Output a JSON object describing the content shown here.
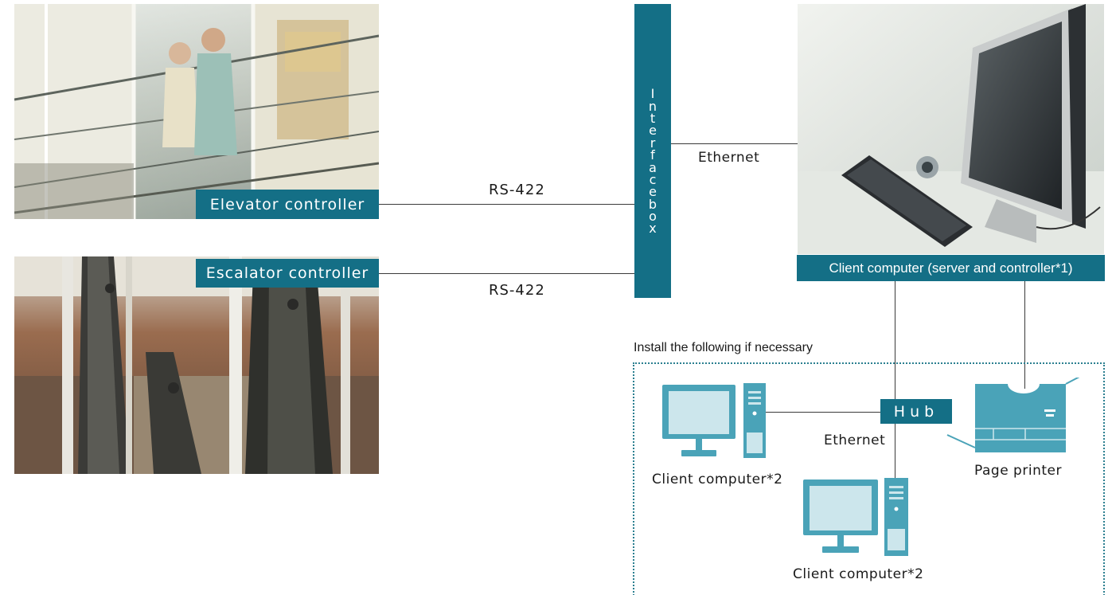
{
  "nodes": {
    "elevator_controller": "Elevator controller",
    "escalator_controller": "Escalator controller",
    "interface_box_letters": [
      "I",
      "n",
      "t",
      "e",
      "r",
      "f",
      "a",
      "c",
      "e",
      "b",
      "o",
      "x"
    ],
    "client_main": "Client computer (server and controller*1)",
    "hub": "Hub",
    "client_computer_left": "Client computer*2",
    "client_computer_bottom": "Client computer*2",
    "page_printer": "Page printer"
  },
  "connections": {
    "elevator_link": "RS-422",
    "escalator_link": "RS-422",
    "interface_to_client": "Ethernet",
    "hub_link": "Ethernet"
  },
  "optional_group": {
    "caption": "Install the following if necessary"
  },
  "colors": {
    "accent": "#146f86",
    "device_fill": "#4aa3b8",
    "device_light": "#cce6ec",
    "line": "#3a3a3a",
    "dotted": "#2b7f90"
  }
}
